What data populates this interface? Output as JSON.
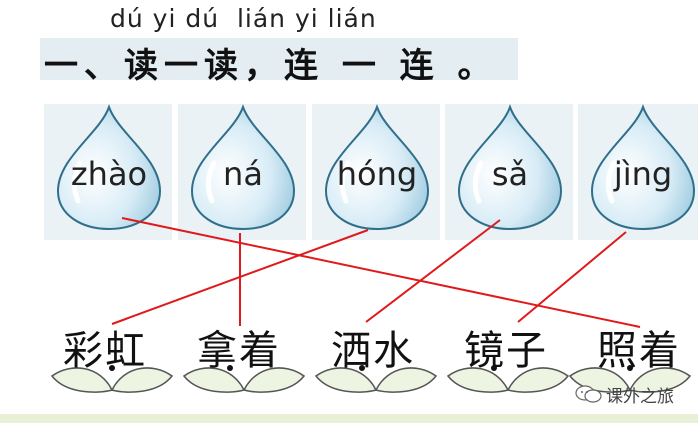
{
  "header": {
    "pinyin": "dú yi dú  lián yi lián",
    "title": "一、读一读，连 一 连 。"
  },
  "drops": [
    {
      "pinyin": "zhào"
    },
    {
      "pinyin": "ná"
    },
    {
      "pinyin": "hóng"
    },
    {
      "pinyin": "sǎ"
    },
    {
      "pinyin": "jìng"
    }
  ],
  "words": [
    "彩虹",
    "拿着",
    "洒水",
    "镜子",
    "照着"
  ],
  "watermark": {
    "text": "课外之旅"
  },
  "colors": {
    "line": "#e0191c",
    "drop_edge": "#2f6f8a",
    "drop_fill": "#cfe6f2",
    "leaf_fill": "#eef4e2"
  },
  "matches": [
    {
      "pinyin": "zhào",
      "word": "照着"
    },
    {
      "pinyin": "ná",
      "word": "拿着"
    },
    {
      "pinyin": "hóng",
      "word": "彩虹"
    },
    {
      "pinyin": "sǎ",
      "word": "洒水"
    },
    {
      "pinyin": "jìng",
      "word": "镜子"
    }
  ]
}
